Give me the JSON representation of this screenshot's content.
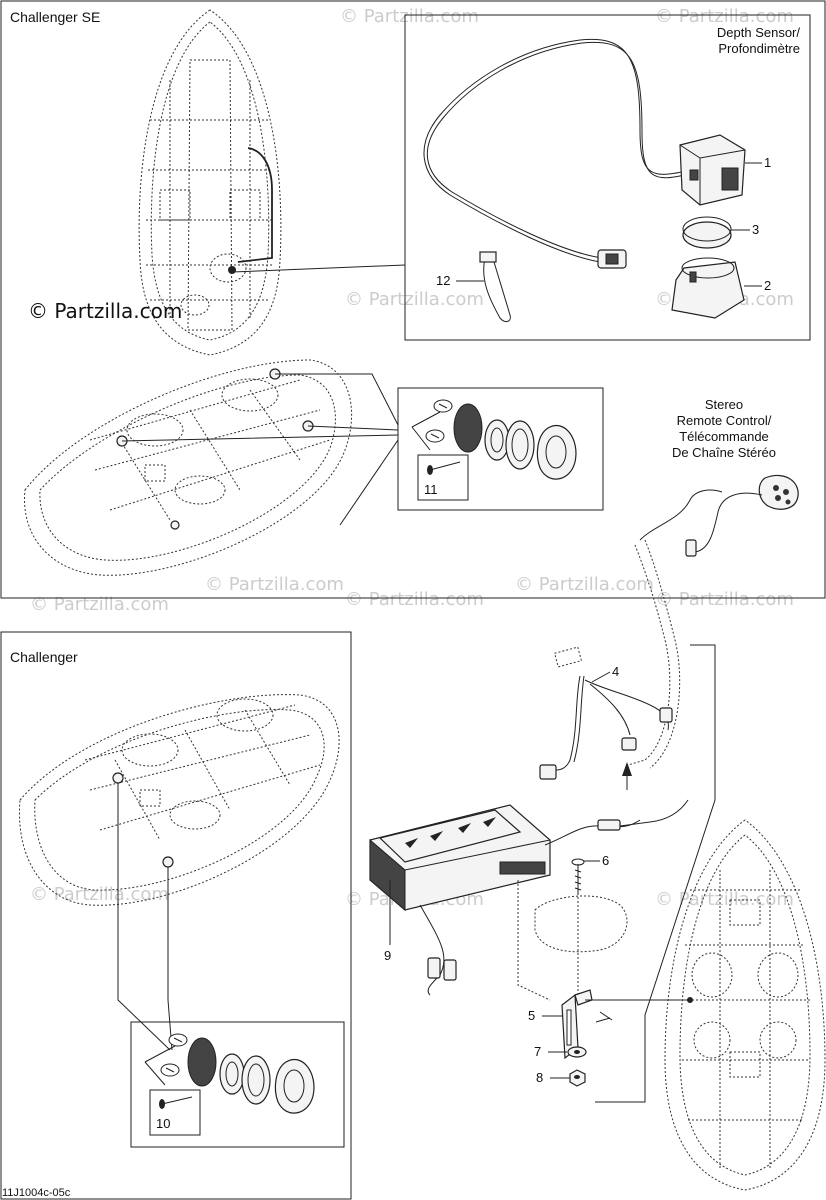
{
  "sections": {
    "challenger_se": "Challenger SE",
    "challenger": "Challenger"
  },
  "callouts": {
    "depth_sensor_line1": "Depth Sensor/",
    "depth_sensor_line2": "Profondimètre",
    "stereo_line1": "Stereo",
    "stereo_line2": "Remote Control/",
    "stereo_line3": "Télécommande",
    "stereo_line4": "De Chaîne Stéréo"
  },
  "parts": {
    "p1": "1",
    "p2": "2",
    "p3": "3",
    "p4": "4",
    "p5": "5",
    "p6": "6",
    "p7": "7",
    "p8": "8",
    "p9": "9",
    "p10": "10",
    "p11": "11",
    "p12": "12"
  },
  "watermark": {
    "main": "© Partzilla.com",
    "faint": "© Partzilla.com"
  },
  "figure_code": "11J1004c-05c",
  "icons": [
    "boat-hull",
    "depth-sensor",
    "speaker",
    "stereo-unit",
    "remote-control",
    "wiring-harness",
    "screw",
    "bracket",
    "washer",
    "nut"
  ]
}
